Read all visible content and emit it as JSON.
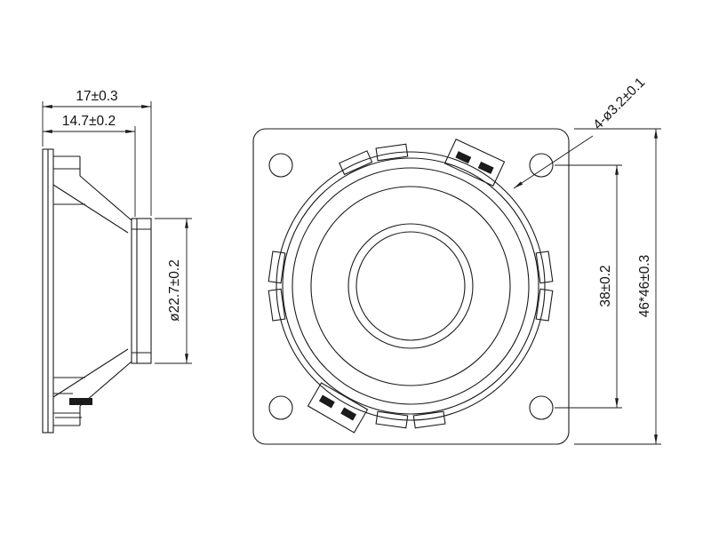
{
  "colors": {
    "background": "#ffffff",
    "line": "#1b1b1b",
    "text": "#111111"
  },
  "dimensions": {
    "overall_depth": "17±0.3",
    "mounting_depth": "14.7±0.2",
    "magnet_diameter": "ø22.7±0.2",
    "mounting_holes": "4-ø3.2±0.1",
    "hole_pitch": "38±0.2",
    "frame_size": "46*46±0.3"
  }
}
